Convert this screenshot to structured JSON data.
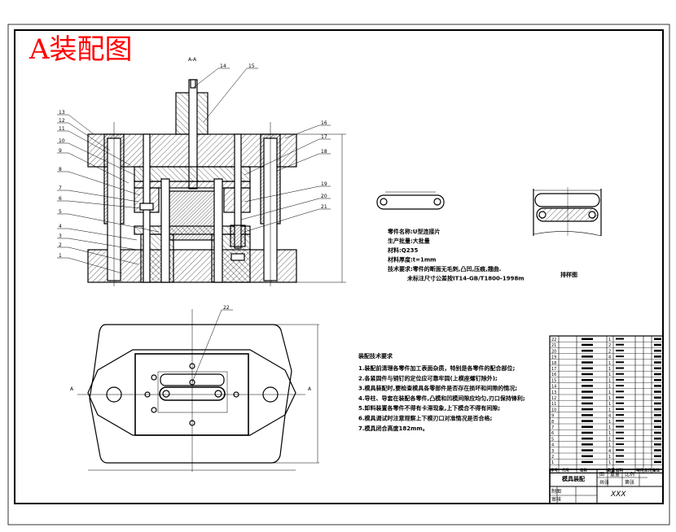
{
  "drawing": {
    "title": "A装配图",
    "section_label": "A-A",
    "part_labels": [
      "1",
      "2",
      "3",
      "4",
      "5",
      "6",
      "7",
      "8",
      "9",
      "10",
      "11",
      "12",
      "13",
      "14",
      "15",
      "16",
      "17",
      "18",
      "19",
      "20",
      "21",
      "22"
    ],
    "section_marks": {
      "left": "A",
      "right": "A"
    }
  },
  "part_info": {
    "lines": [
      "零件名称:U型连接片",
      "生产批量:大批量",
      "材料:Q235",
      "材料厚度:t=1mm",
      "技术要求:零件的断面无毛刺,凸凹,压痕,翘曲.",
      "未标注尺寸公差按IT14-GB/T1800-1998m"
    ],
    "layout_caption": "排样图"
  },
  "assembly_requirements": {
    "heading": "装配技术要求",
    "items": [
      "1.装配前清理各零件加工表面杂质，特别是各零件的配合部位;",
      "2.各紧固件与销钉的定位应可靠牢固(上模座螺钉除外);",
      "3.模具装配时,要检查模具各零部件是否存在损坏和间隙的情况;",
      "4.导柱、导套在装配各零件,凸模和凹模间隙应均匀,刃口保持锋利;",
      "5.卸料装置各零件不得有卡滞现象,上下模合不得有间隙;",
      "6.模具调试时注意观察上下模刃口对准情况是否合格;",
      "7.模具闭合高度182mm。"
    ]
  },
  "parts_list": {
    "headers": [
      "序号",
      "代号",
      "名称",
      "数量",
      "材料",
      "单件",
      "总计",
      "备注"
    ],
    "rows": [
      {
        "no": "22",
        "qty": "1"
      },
      {
        "no": "21",
        "qty": "2"
      },
      {
        "no": "20",
        "qty": "2"
      },
      {
        "no": "19",
        "qty": "4"
      },
      {
        "no": "18",
        "qty": "1"
      },
      {
        "no": "17",
        "qty": "1"
      },
      {
        "no": "16",
        "qty": "1"
      },
      {
        "no": "15",
        "qty": "1"
      },
      {
        "no": "14",
        "qty": "1"
      },
      {
        "no": "13",
        "qty": "1"
      },
      {
        "no": "12",
        "qty": "1"
      },
      {
        "no": "11",
        "qty": "1"
      },
      {
        "no": "10",
        "qty": "1"
      },
      {
        "no": "9",
        "qty": "4"
      },
      {
        "no": "8",
        "qty": "1"
      },
      {
        "no": "7",
        "qty": "1"
      },
      {
        "no": "6",
        "qty": "1"
      },
      {
        "no": "5",
        "qty": "1"
      },
      {
        "no": "4",
        "qty": "1"
      },
      {
        "no": "3",
        "qty": "4"
      },
      {
        "no": "2",
        "qty": "1"
      },
      {
        "no": "1",
        "qty": "1"
      }
    ]
  },
  "title_block": {
    "name": "模具装配",
    "labels": [
      "图",
      "重量",
      "比例"
    ],
    "sheet": [
      "共",
      "张",
      "第",
      "张"
    ],
    "designer_labels": [
      "制图",
      "审核"
    ],
    "drawing_no": "XXX"
  },
  "colors": {
    "title": "#ff0000",
    "line": "#000000"
  }
}
